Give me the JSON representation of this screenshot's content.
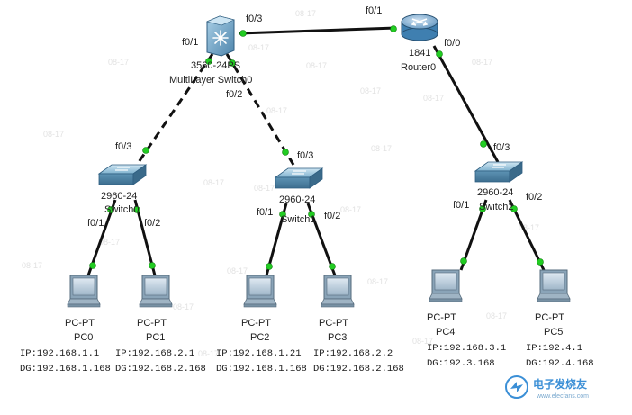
{
  "devices": {
    "multilayer": {
      "model": "3560-24PS",
      "name": "MultiLayer Switch0"
    },
    "router": {
      "model": "1841",
      "name": "Router0"
    },
    "switch0": {
      "model": "2960-24",
      "name": "Switch0"
    },
    "switch1": {
      "model": "2960-24",
      "name": "Switch1"
    },
    "switch2": {
      "model": "2960-24",
      "name": "Switch2"
    },
    "pcs": [
      {
        "type": "PC-PT",
        "name": "PC0",
        "ip": "IP:192.168.1.1",
        "dg": "DG:192.168.1.168"
      },
      {
        "type": "PC-PT",
        "name": "PC1",
        "ip": "IP:192.168.2.1",
        "dg": "DG:192.168.2.168"
      },
      {
        "type": "PC-PT",
        "name": "PC2",
        "ip": "IP:192.168.1.21",
        "dg": "DG:192.168.1.168"
      },
      {
        "type": "PC-PT",
        "name": "PC3",
        "ip": "IP:192.168.2.2",
        "dg": "DG:192.168.2.168"
      },
      {
        "type": "PC-PT",
        "name": "PC4",
        "ip": "IP:192.168.3.1",
        "dg": "DG:192.3.168"
      },
      {
        "type": "PC-PT",
        "name": "PC5",
        "ip": "IP:192.4.1",
        "dg": "DG:192.4.168"
      }
    ]
  },
  "ports": {
    "ml_f03": "f0/3",
    "ml_f01": "f0/1",
    "ml_f02": "f0/2",
    "r_f01": "f0/1",
    "r_f00": "f0/0",
    "s0_f03": "f0/3",
    "s0_f01": "f0/1",
    "s0_f02": "f0/2",
    "s1_f03": "f0/3",
    "s1_f01": "f0/1",
    "s1_f02": "f0/2",
    "s2_f03": "f0/3",
    "s2_f01": "f0/1",
    "s2_f02": "f0/2"
  },
  "watermark": "08-17",
  "brand": {
    "name": "电子发烧友",
    "site": "www.elecfans.com"
  },
  "colors": {
    "link": "#111111",
    "port_dot": "#22cc22",
    "switch_body": "#6aa4c4",
    "router_body": "#3f7fb0"
  }
}
